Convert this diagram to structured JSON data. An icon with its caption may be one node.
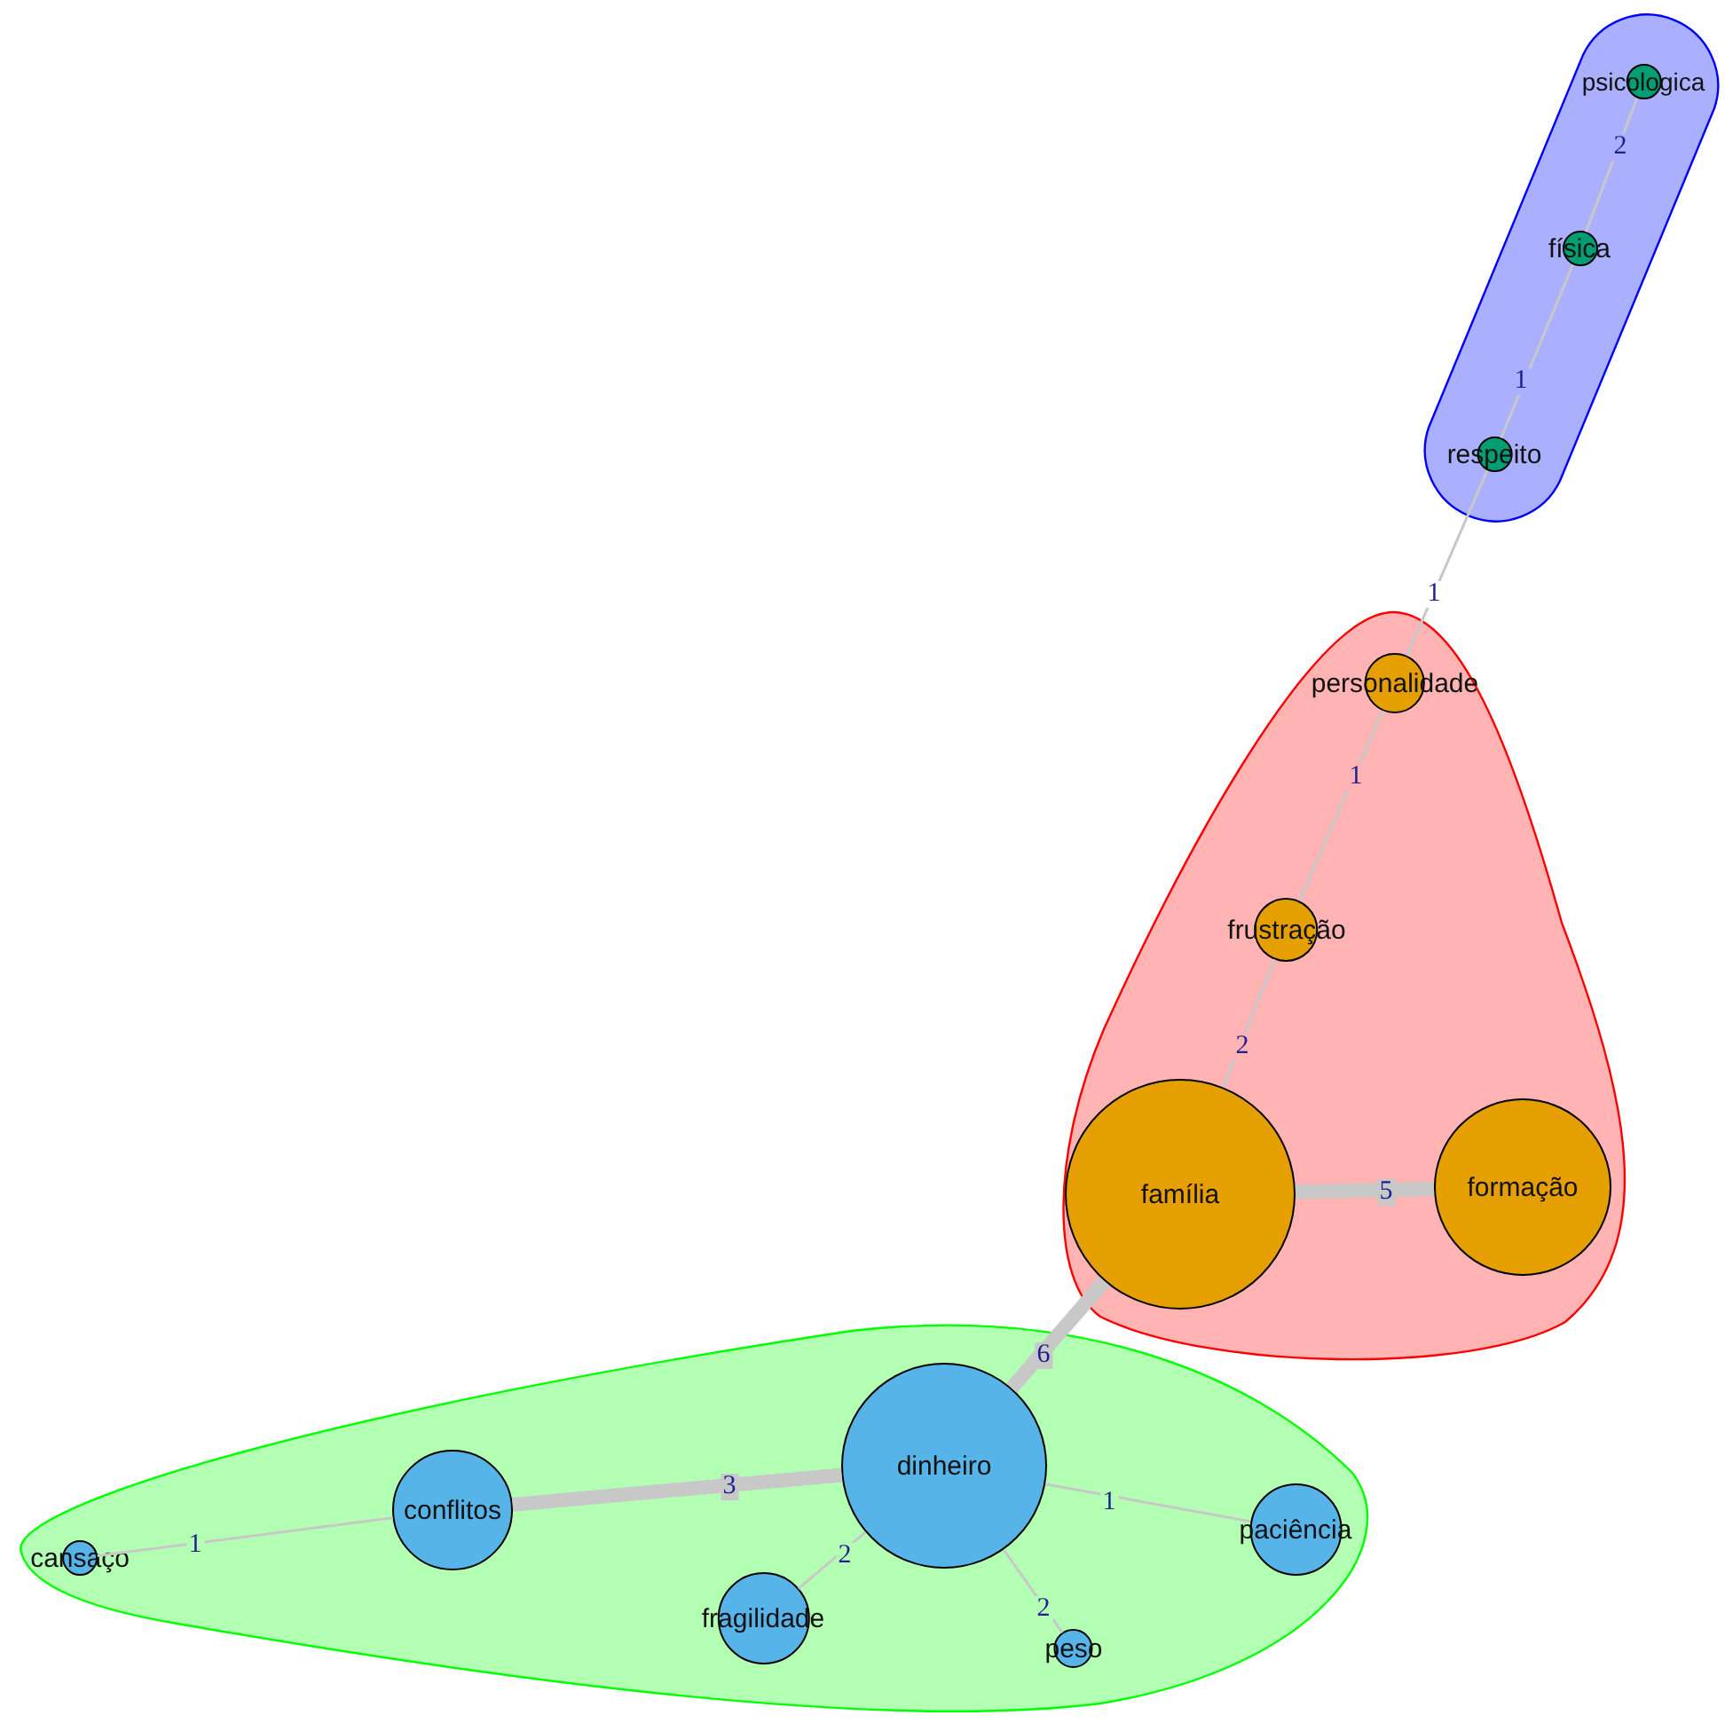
{
  "diagram": {
    "nodes": [
      {
        "text": [],
        "shape": "blob"
      },
      {
        "text": [
          "psicologica"
        ],
        "in": 0
      },
      {
        "text": [
          "física"
        ],
        "in": 0
      },
      {
        "text": [
          "respeito"
        ],
        "in": 0
      },
      {
        "text": [],
        "shape": "blob"
      },
      {
        "text": [
          "personalidade"
        ],
        "in": 4
      },
      {
        "text": [
          "frustração"
        ],
        "in": 4
      },
      {
        "text": [
          "família"
        ],
        "in": 4
      },
      {
        "text": [
          "formação"
        ],
        "in": 4
      },
      {
        "text": [],
        "shape": "blob"
      },
      {
        "text": [
          "dinheiro"
        ],
        "in": 9
      },
      {
        "text": [
          "conflitos"
        ],
        "in": 9
      },
      {
        "text": [
          "cansaço"
        ],
        "in": 9
      },
      {
        "text": [
          "fragilidade"
        ],
        "in": 9
      },
      {
        "text": [
          "peso"
        ],
        "in": 9
      },
      {
        "text": [
          "paciência"
        ],
        "in": 9
      }
    ],
    "edges": [
      {
        "from": 1,
        "to": 2,
        "arrow": "none",
        "label": "2"
      },
      {
        "from": 2,
        "to": 3,
        "arrow": "none",
        "label": "1"
      },
      {
        "from": 3,
        "to": 5,
        "arrow": "none",
        "label": "1"
      },
      {
        "from": 5,
        "to": 6,
        "arrow": "none",
        "label": "1"
      },
      {
        "from": 6,
        "to": 7,
        "arrow": "none",
        "label": "2"
      },
      {
        "from": 7,
        "to": 8,
        "arrow": "none",
        "label": "5",
        "style": "thick"
      },
      {
        "from": 7,
        "to": 10,
        "arrow": "none",
        "label": "6",
        "style": "thick"
      },
      {
        "from": 10,
        "to": 11,
        "arrow": "none",
        "label": "3",
        "style": "thick"
      },
      {
        "from": 11,
        "to": 12,
        "arrow": "none",
        "label": "1"
      },
      {
        "from": 10,
        "to": 13,
        "arrow": "none",
        "label": "2"
      },
      {
        "from": 10,
        "to": 14,
        "arrow": "none",
        "label": "2"
      },
      {
        "from": 10,
        "to": 15,
        "arrow": "none",
        "label": "1"
      }
    ]
  }
}
